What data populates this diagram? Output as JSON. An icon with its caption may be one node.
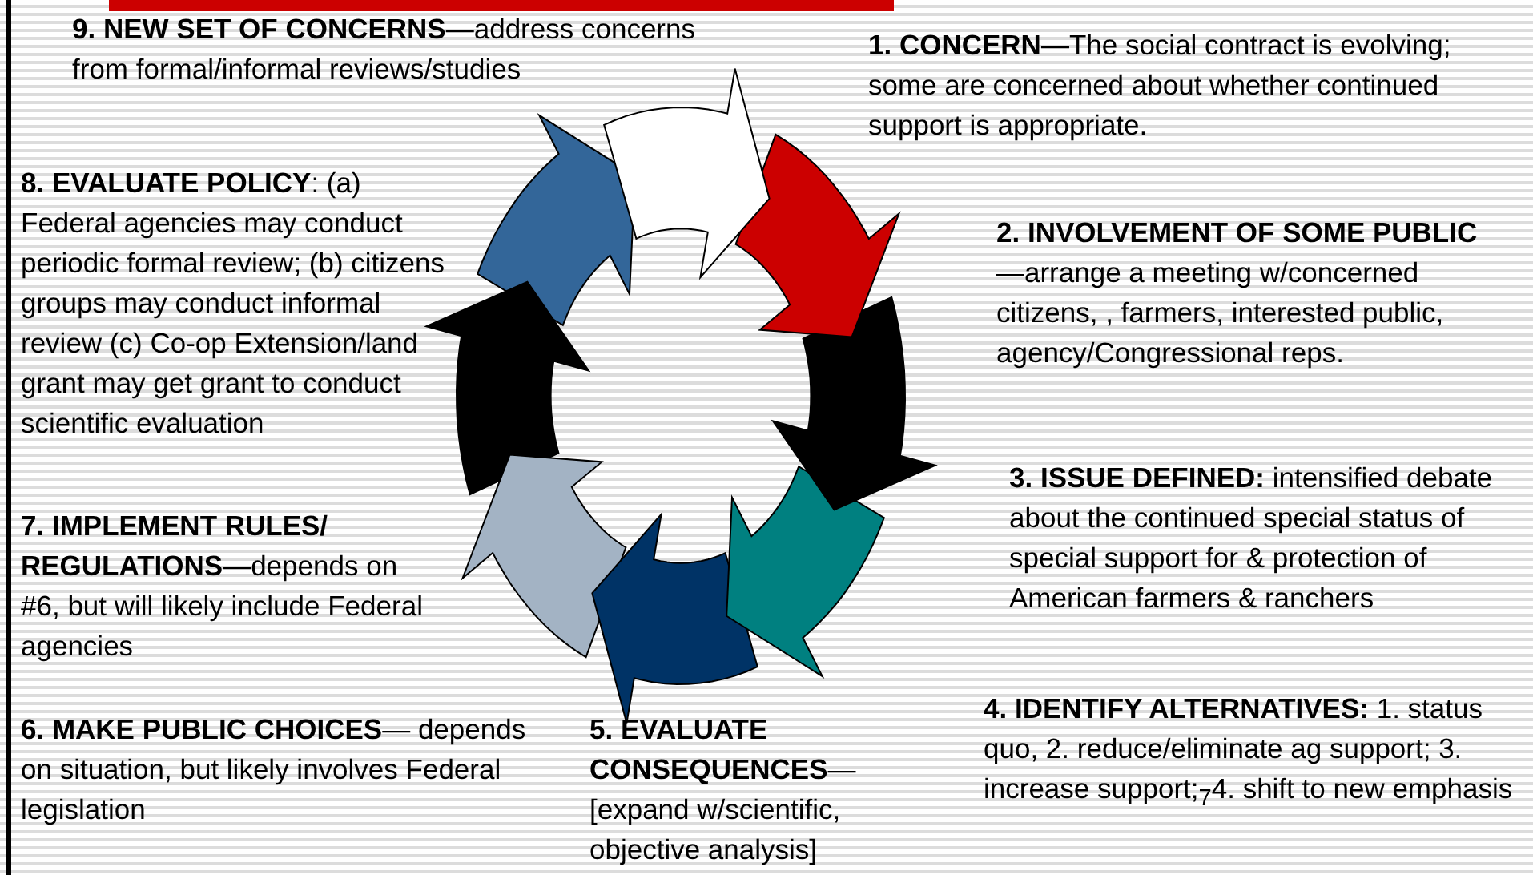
{
  "diagram": {
    "nodes": [
      {
        "text": [
          "**9. NEW SET OF CONCERNS**—address concerns from formal/informal reviews/studies"
        ]
      },
      {
        "text": [
          "**1. CONCERN**—The social contract is evolving; some are concerned about whether continued support is appropriate."
        ]
      },
      {
        "text": [
          "**8. EVALUATE POLICY**: (a) Federal agencies may conduct periodic formal review; (b) citizens groups may conduct informal review (c) Co-op Extension/land grant may get grant to conduct scientific evaluation"
        ]
      },
      {
        "text": [
          "**2. INVOLVEMENT OF SOME PUBLIC**—arrange a meeting w/concerned citizens, , farmers, interested public, agency/Congressional reps."
        ]
      },
      {
        "text": [
          "**3. ISSUE DEFINED:** intensified debate about the continued special status of special support for & protection of American farmers & ranchers"
        ]
      },
      {
        "text": [
          "**7. IMPLEMENT RULES/ REGULATIONS**—depends on #6, but will likely include Federal agencies"
        ]
      },
      {
        "text": [
          "**6. MAKE PUBLIC CHOICES**— depends on situation, but likely involves Federal legislation"
        ]
      },
      {
        "text": [
          "**5. EVALUATE CONSEQUENCES**— [expand w/scientific, objective analysis]"
        ]
      },
      {
        "text": [
          "**4. IDENTIFY ALTERNATIVES:** 1. status quo, 2. reduce/eliminate ag support; 3. increase support;$_{7}$4. shift to new emphasis"
        ]
      }
    ]
  }
}
